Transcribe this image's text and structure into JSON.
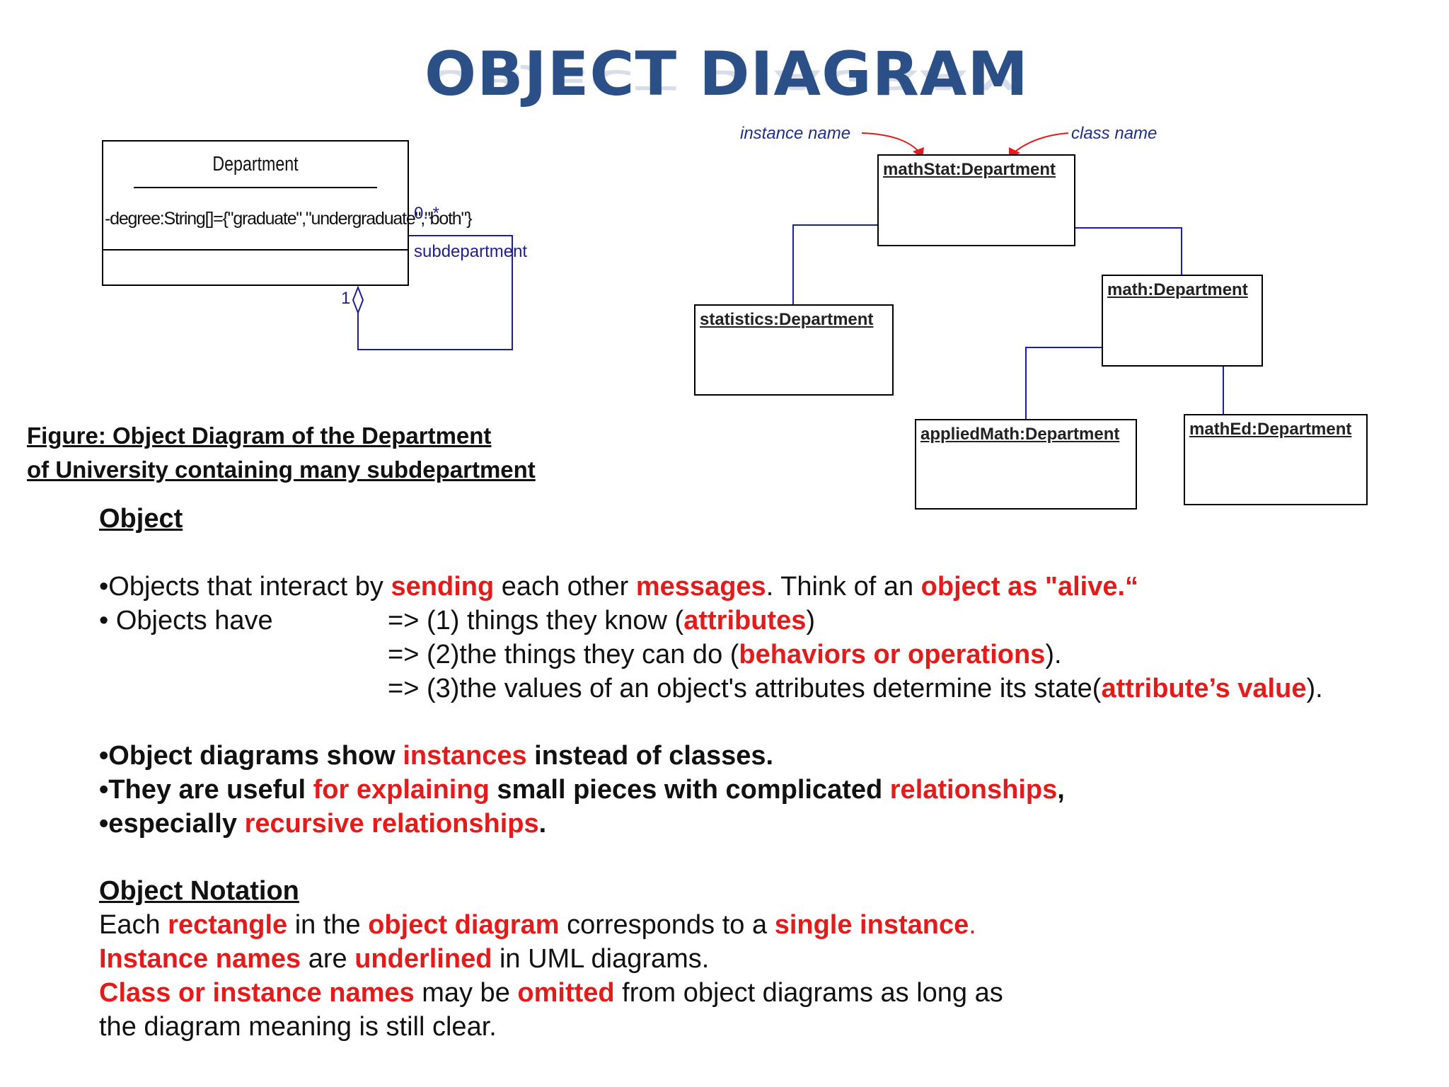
{
  "title": "OBJECT DIAGRAM",
  "class_diagram": {
    "class_name": "Department",
    "attribute": "-degree:String[]={\"graduate\",\"undergraduate\",\"both\"}",
    "multiplicity_many": "0..*",
    "role": "subdepartment",
    "multiplicity_one": "1"
  },
  "object_diagram": {
    "annotation_instance": "instance name",
    "annotation_class": "class name",
    "objects": {
      "mathstat": "mathStat:Department",
      "statistics": "statistics:Department",
      "math": "math:Department",
      "appliedmath": "appliedMath:Department",
      "mathed": "mathEd:Department"
    }
  },
  "caption": {
    "line1": "Figure: Object Diagram of the Department",
    "line2": "of University containing many subdepartment"
  },
  "object_section": {
    "heading": "Object",
    "p1": [
      "•Objects that interact by ",
      "sending",
      " each other ",
      "messages",
      ". Think of an ",
      "object as \"alive.“"
    ],
    "p2_left": "• Objects have",
    "p2_items": [
      [
        "=>  (1) things they know (",
        "attributes",
        ")"
      ],
      [
        "=>  (2)the things they can do (",
        "behaviors or operations",
        ")."
      ],
      [
        "=>  (3)the values of an object's attributes determine its state(",
        "attribute’s value",
        ")."
      ]
    ],
    "b1": [
      "•Object diagrams show ",
      "instances",
      " instead of classes."
    ],
    "b2": [
      "•They are useful ",
      "for explaining",
      " small pieces with complicated ",
      "relationships",
      ","
    ],
    "b3": [
      "•especially ",
      "recursive relationships",
      "."
    ]
  },
  "notation_section": {
    "heading": "Object Notation",
    "l1": [
      "Each ",
      "rectangle",
      " in the ",
      "object diagram",
      " corresponds to a ",
      "single instance",
      "."
    ],
    "l2": [
      "Instance names",
      " are ",
      "underlined",
      " in UML diagrams."
    ],
    "l3": [
      "Class or instance names",
      " may be ",
      "omitted",
      " from object diagrams as  long as"
    ],
    "l4": "the diagram meaning is still clear."
  },
  "colors": {
    "accent_red": "#e31b1b",
    "title_blue": "#2b4f87",
    "line_blue": "#1f1f8f"
  }
}
